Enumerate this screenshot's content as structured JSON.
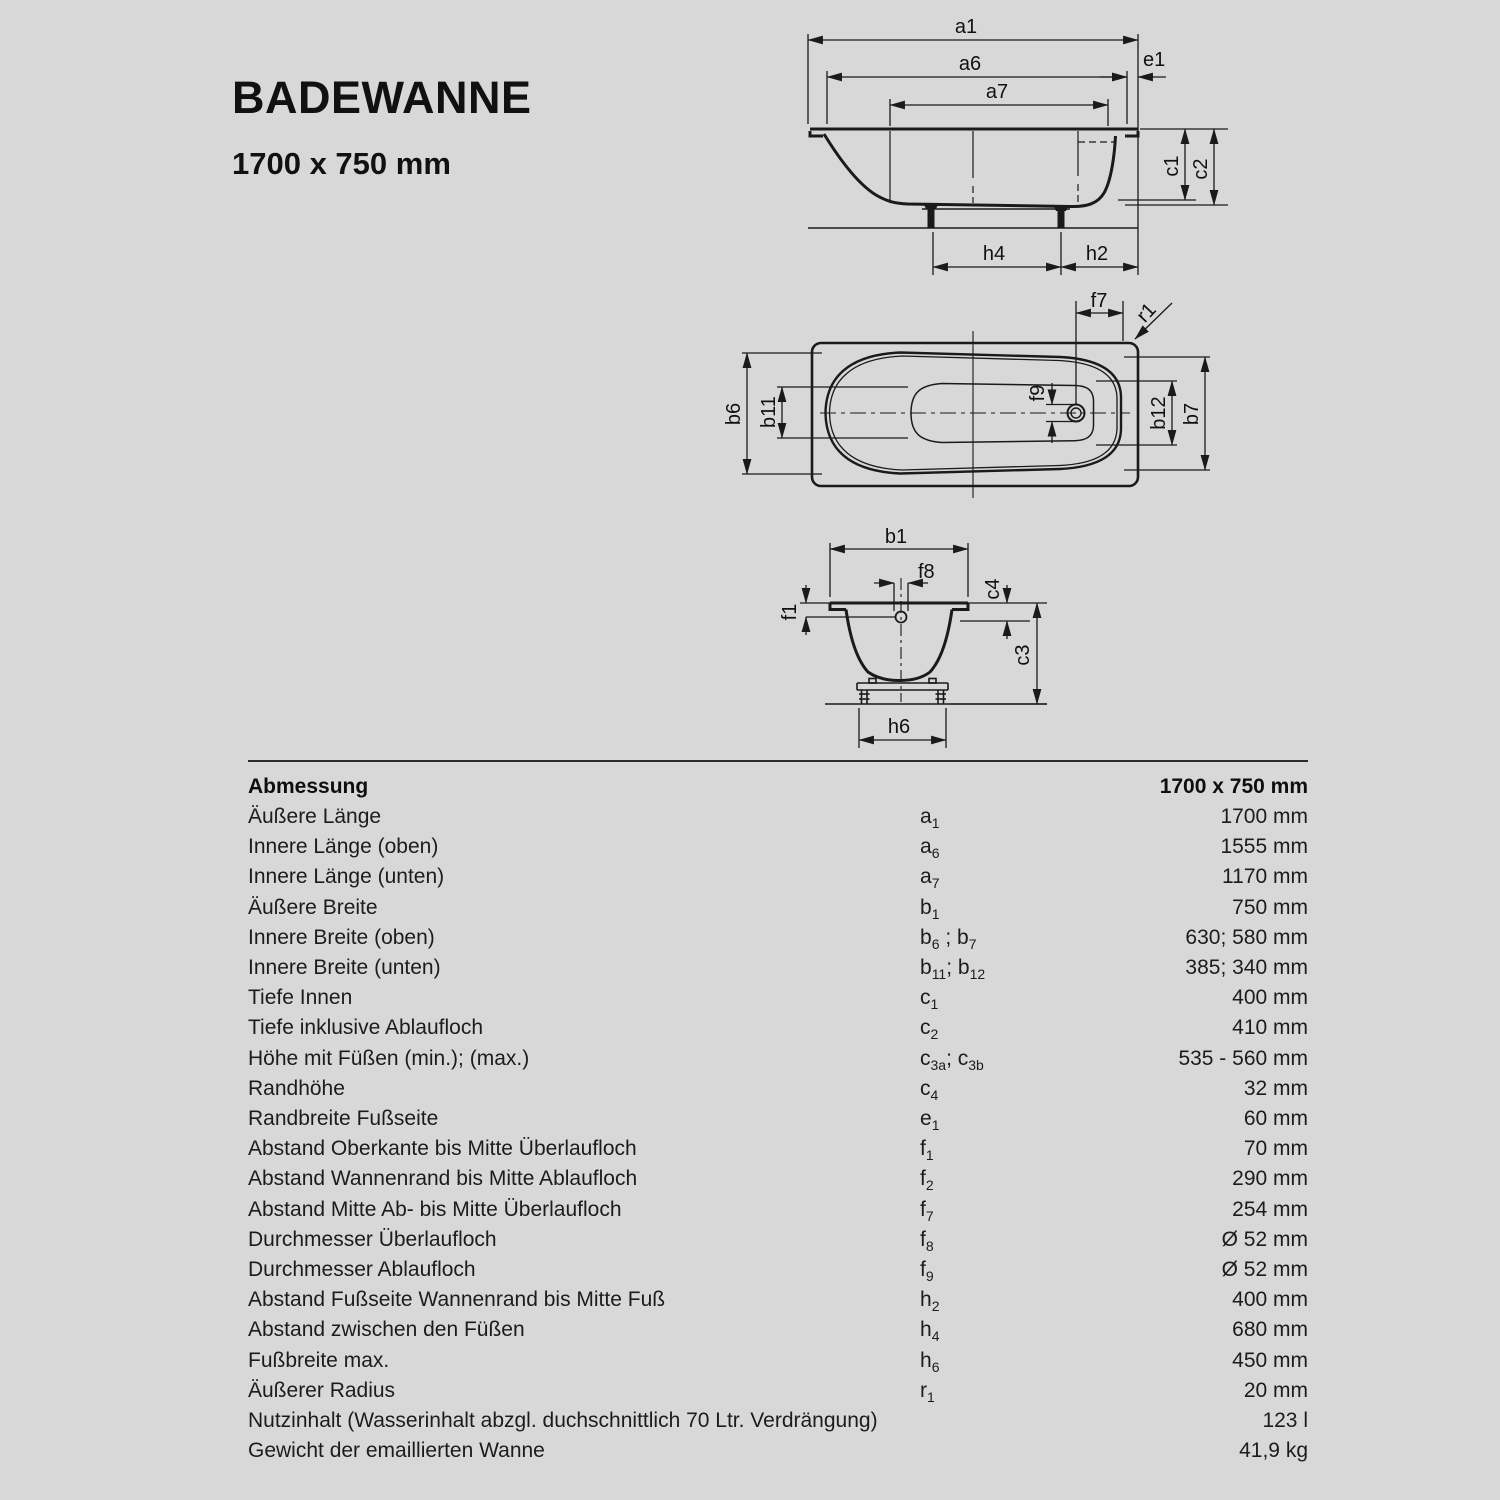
{
  "page": {
    "background_color": "#d8d8d8",
    "line_color": "#1a1a1a",
    "text_color": "#111111"
  },
  "title": {
    "main": "BADEWANNE",
    "subtitle": "1700 x 750 mm"
  },
  "drawing_labels": {
    "a1": "a1",
    "a6": "a6",
    "a7": "a7",
    "e1": "e1",
    "c1": "c1",
    "c2": "c2",
    "h4": "h4",
    "h2": "h2",
    "f7": "f7",
    "r1": "r1",
    "b6": "b6",
    "b11": "b11",
    "f9": "f9",
    "b12": "b12",
    "b7": "b7",
    "b1": "b1",
    "f8": "f8",
    "c4": "c4",
    "f1": "f1",
    "c3": "c3",
    "h6": "h6"
  },
  "table": {
    "header": {
      "label": "Abmessung",
      "value": "1700 x 750 mm"
    },
    "rows": [
      {
        "label": "Äußere Länge",
        "sym": [
          {
            "t": "a",
            "sub": "1"
          }
        ],
        "value": "1700 mm"
      },
      {
        "label": "Innere Länge (oben)",
        "sym": [
          {
            "t": "a",
            "sub": "6"
          }
        ],
        "value": "1555 mm"
      },
      {
        "label": "Innere Länge (unten)",
        "sym": [
          {
            "t": "a",
            "sub": "7"
          }
        ],
        "value": "1170 mm"
      },
      {
        "label": "Äußere Breite",
        "sym": [
          {
            "t": "b",
            "sub": "1"
          }
        ],
        "value": "750 mm"
      },
      {
        "label": "Innere Breite (oben)",
        "sym": [
          {
            "t": "b",
            "sub": "6"
          },
          {
            "t": " ; "
          },
          {
            "t": "b",
            "sub": "7"
          }
        ],
        "value": "630; 580 mm"
      },
      {
        "label": "Innere Breite (unten)",
        "sym": [
          {
            "t": "b",
            "sub": "11"
          },
          {
            "t": "; "
          },
          {
            "t": "b",
            "sub": "12"
          }
        ],
        "value": "385; 340 mm"
      },
      {
        "label": "Tiefe Innen",
        "sym": [
          {
            "t": "c",
            "sub": "1"
          }
        ],
        "value": "400 mm"
      },
      {
        "label": "Tiefe inklusive Ablaufloch",
        "sym": [
          {
            "t": "c",
            "sub": "2"
          }
        ],
        "value": "410 mm"
      },
      {
        "label": "Höhe mit Füßen (min.); (max.)",
        "sym": [
          {
            "t": "c",
            "sub": "3a"
          },
          {
            "t": "; "
          },
          {
            "t": "c",
            "sub": "3b"
          }
        ],
        "value": "535 - 560 mm"
      },
      {
        "label": "Randhöhe",
        "sym": [
          {
            "t": "c",
            "sub": "4"
          }
        ],
        "value": "32 mm"
      },
      {
        "label": "Randbreite Fußseite",
        "sym": [
          {
            "t": "e",
            "sub": "1"
          }
        ],
        "value": "60 mm"
      },
      {
        "label": "Abstand Oberkante bis Mitte Überlaufloch",
        "sym": [
          {
            "t": "f",
            "sub": "1"
          }
        ],
        "value": "70 mm"
      },
      {
        "label": "Abstand Wannenrand bis Mitte Ablaufloch",
        "sym": [
          {
            "t": "f",
            "sub": "2"
          }
        ],
        "value": "290 mm"
      },
      {
        "label": "Abstand Mitte Ab- bis Mitte Überlaufloch",
        "sym": [
          {
            "t": "f",
            "sub": "7"
          }
        ],
        "value": "254 mm"
      },
      {
        "label": "Durchmesser Überlaufloch",
        "sym": [
          {
            "t": "f",
            "sub": "8"
          }
        ],
        "value": "Ø 52 mm"
      },
      {
        "label": "Durchmesser Ablaufloch",
        "sym": [
          {
            "t": "f",
            "sub": "9"
          }
        ],
        "value": "Ø 52 mm"
      },
      {
        "label": "Abstand Fußseite Wannenrand bis Mitte Fuß",
        "sym": [
          {
            "t": "h",
            "sub": "2"
          }
        ],
        "value": "400 mm"
      },
      {
        "label": "Abstand zwischen den Füßen",
        "sym": [
          {
            "t": "h",
            "sub": "4"
          }
        ],
        "value": "680 mm"
      },
      {
        "label": "Fußbreite max.",
        "sym": [
          {
            "t": "h",
            "sub": "6"
          }
        ],
        "value": "450 mm"
      },
      {
        "label": "Äußerer Radius",
        "sym": [
          {
            "t": "r",
            "sub": "1"
          }
        ],
        "value": "20 mm"
      },
      {
        "label": "Nutzinhalt (Wasserinhalt abzgl. duchschnittlich 70 Ltr. Verdrängung)",
        "sym": [],
        "value": "123 l"
      },
      {
        "label": "Gewicht der emaillierten Wanne",
        "sym": [],
        "value": "41,9 kg"
      }
    ]
  }
}
